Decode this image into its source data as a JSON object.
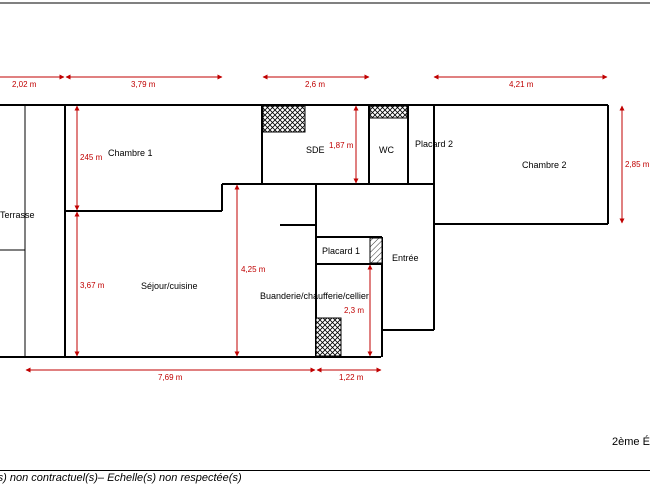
{
  "rooms": {
    "chambre1": "Chambre 1",
    "sde": "SDE",
    "wc": "WC",
    "placard2": "Placard 2",
    "chambre2": "Chambre 2",
    "terrasse": "Terrasse",
    "sejour": "Séjour/cuisine",
    "buanderie": "Buanderie/chaufferie/cellier",
    "placard1": "Placard 1",
    "entree": "Entrée"
  },
  "dimensions": {
    "top_202": "2,02 m",
    "top_379": "3,79 m",
    "top_26": "2,6 m",
    "top_421": "4,21 m",
    "v_245": "245 m",
    "v_187": "1,87 m",
    "v_285": "2,85 m",
    "v_367": "3,67 m",
    "v_425": "4,25 m",
    "v_23": "2,3 m",
    "bottom_769": "7,69 m",
    "bottom_122": "1,22 m"
  },
  "floor_label": "2ème É",
  "footer_text": "(s) non contractuel(s)– Echelle(s) non respectée(s)",
  "colors": {
    "dimension": "#c00000",
    "wall": "#000000"
  }
}
